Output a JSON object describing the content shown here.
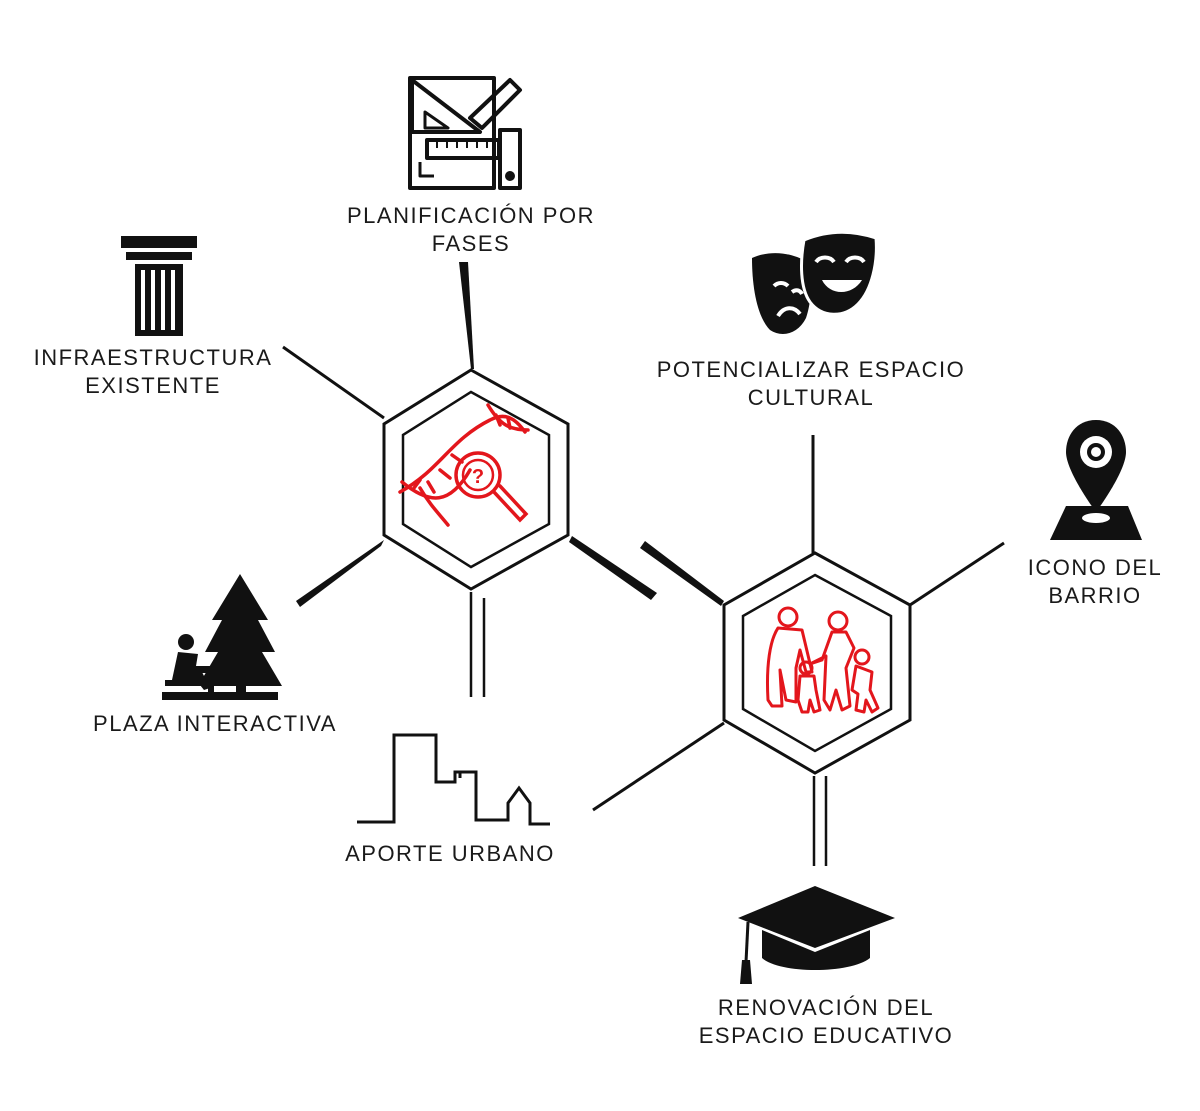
{
  "colors": {
    "ink": "#111111",
    "accent": "#e3161c",
    "background": "#ffffff"
  },
  "nodes": [
    {
      "id": "research",
      "icon": "dna-magnifier-icon"
    },
    {
      "id": "community",
      "icon": "family-icon"
    }
  ],
  "labels": {
    "planificacion": {
      "line1": "PLANIFICACIÓN POR",
      "line2": "FASES",
      "icon": "drafting-tools-icon"
    },
    "infraestructura": {
      "line1": "INFRAESTRUCTURA",
      "line2": "EXISTENTE",
      "icon": "column-icon"
    },
    "plaza": {
      "line1": "PLAZA INTERACTIVA",
      "icon": "park-bench-tree-icon"
    },
    "aporte": {
      "line1": "APORTE URBANO",
      "icon": "city-skyline-icon"
    },
    "cultural": {
      "line1": "POTENCIALIZAR ESPACIO",
      "line2": "CULTURAL",
      "icon": "theater-masks-icon"
    },
    "icono": {
      "line1": "ICONO DEL",
      "line2": "BARRIO",
      "icon": "map-pin-icon"
    },
    "educativo": {
      "line1": "RENOVACIÓN DEL",
      "line2": "ESPACIO EDUCATIVO",
      "icon": "graduation-cap-icon"
    }
  }
}
